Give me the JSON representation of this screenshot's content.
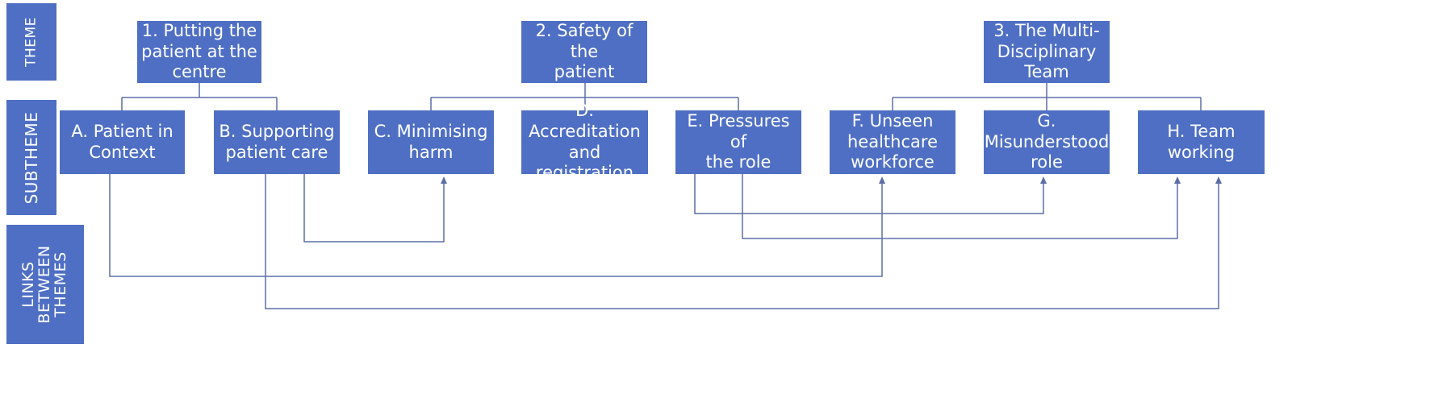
{
  "labels": {
    "theme": "THEME",
    "subtheme": "SUBTHEME",
    "links": "LINKS\nBETWEEN\nTHEMES"
  },
  "themes": [
    {
      "id": "1",
      "label": "1. Putting the\npatient at the\ncentre"
    },
    {
      "id": "2",
      "label": "2. Safety of the\npatient"
    },
    {
      "id": "3",
      "label": "3. The Multi-\nDisciplinary\nTeam"
    }
  ],
  "subthemes": [
    {
      "id": "A",
      "theme": "1",
      "label": "A. Patient in\nContext"
    },
    {
      "id": "B",
      "theme": "1",
      "label": "B. Supporting\npatient care"
    },
    {
      "id": "C",
      "theme": "2",
      "label": "C. Minimising\nharm"
    },
    {
      "id": "D",
      "theme": "2",
      "label": "D. Accreditation\nand registration"
    },
    {
      "id": "E",
      "theme": "2",
      "label": "E. Pressures of\nthe role"
    },
    {
      "id": "F",
      "theme": "3",
      "label": "F. Unseen\nhealthcare\nworkforce"
    },
    {
      "id": "G",
      "theme": "3",
      "label": "G.\nMisunderstood\nrole"
    },
    {
      "id": "H",
      "theme": "3",
      "label": "H. Team\nworking"
    }
  ],
  "links": [
    {
      "from": "B",
      "to": "C"
    },
    {
      "from": "E",
      "to": "G"
    },
    {
      "from": "E",
      "to": "H"
    },
    {
      "from": "A",
      "to": "F"
    },
    {
      "from": "B",
      "to": "H"
    }
  ],
  "colors": {
    "box": "#4f6fc4",
    "line": "#5b6fa6",
    "text": "#ffffff"
  }
}
